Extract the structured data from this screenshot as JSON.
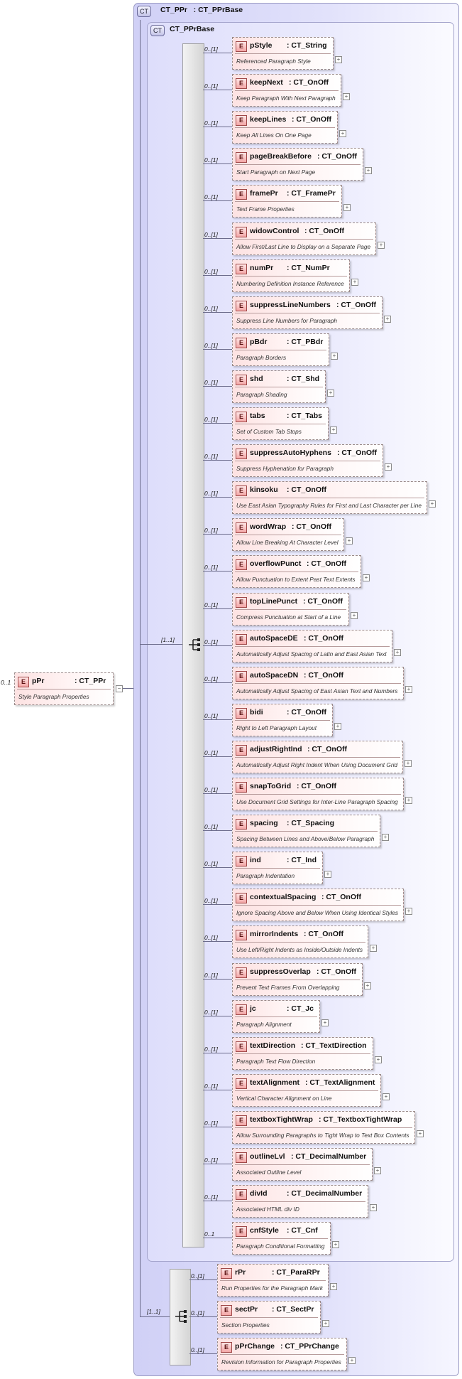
{
  "root": {
    "name": "pPr",
    "type": ": CT_PPr",
    "desc": "Style Paragraph Properties",
    "card": "0..1"
  },
  "outer": {
    "badge": "CT",
    "title": "CT_PPr   : CT_PPrBase"
  },
  "inner": {
    "badge": "CT",
    "title": "CT_PPrBase"
  },
  "seq_card_inner": "[1..1]",
  "seq_card_outer": "[1..1]",
  "element_badge": "E",
  "elements": [
    {
      "name": "pStyle",
      "type": ": CT_String",
      "desc": "Referenced Paragraph Style",
      "card": "0..[1]"
    },
    {
      "name": "keepNext",
      "type": ": CT_OnOff",
      "desc": "Keep Paragraph With Next Paragraph",
      "card": "0..[1]"
    },
    {
      "name": "keepLines",
      "type": ": CT_OnOff",
      "desc": "Keep All Lines On One Page",
      "card": "0..[1]"
    },
    {
      "name": "pageBreakBefore",
      "type": ": CT_OnOff",
      "desc": "Start Paragraph on Next Page",
      "card": "0..[1]"
    },
    {
      "name": "framePr",
      "type": ": CT_FramePr",
      "desc": "Text Frame Properties",
      "card": "0..[1]"
    },
    {
      "name": "widowControl",
      "type": ": CT_OnOff",
      "desc": "Allow First/Last Line to Display on a Separate Page",
      "card": "0..[1]"
    },
    {
      "name": "numPr",
      "type": ": CT_NumPr",
      "desc": "Numbering Definition Instance Reference",
      "card": "0..[1]"
    },
    {
      "name": "suppressLineNumbers",
      "type": ": CT_OnOff",
      "desc": "Suppress Line Numbers for Paragraph",
      "card": "0..[1]"
    },
    {
      "name": "pBdr",
      "type": ": CT_PBdr",
      "desc": "Paragraph Borders",
      "card": "0..[1]"
    },
    {
      "name": "shd",
      "type": ": CT_Shd",
      "desc": "Paragraph Shading",
      "card": "0..[1]"
    },
    {
      "name": "tabs",
      "type": ": CT_Tabs",
      "desc": "Set of Custom Tab Stops",
      "card": "0..[1]"
    },
    {
      "name": "suppressAutoHyphens",
      "type": ": CT_OnOff",
      "desc": "Suppress Hyphenation for Paragraph",
      "card": "0..[1]"
    },
    {
      "name": "kinsoku",
      "type": ": CT_OnOff",
      "desc": "Use East Asian Typography Rules for First and Last Character per Line",
      "card": "0..[1]"
    },
    {
      "name": "wordWrap",
      "type": ": CT_OnOff",
      "desc": "Allow Line Breaking At Character Level",
      "card": "0..[1]"
    },
    {
      "name": "overflowPunct",
      "type": ": CT_OnOff",
      "desc": "Allow Punctuation to Extent Past Text Extents",
      "card": "0..[1]"
    },
    {
      "name": "topLinePunct",
      "type": ": CT_OnOff",
      "desc": "Compress Punctuation at Start of a Line",
      "card": "0..[1]"
    },
    {
      "name": "autoSpaceDE",
      "type": ": CT_OnOff",
      "desc": "Automatically Adjust Spacing of Latin and East Asian Text",
      "card": "0..[1]"
    },
    {
      "name": "autoSpaceDN",
      "type": ": CT_OnOff",
      "desc": "Automatically Adjust Spacing of East Asian Text and Numbers",
      "card": "0..[1]"
    },
    {
      "name": "bidi",
      "type": ": CT_OnOff",
      "desc": "Right to Left Paragraph Layout",
      "card": "0..[1]"
    },
    {
      "name": "adjustRightInd",
      "type": ": CT_OnOff",
      "desc": "Automatically Adjust Right Indent When Using Document Grid",
      "card": "0..[1]"
    },
    {
      "name": "snapToGrid",
      "type": ": CT_OnOff",
      "desc": "Use Document Grid Settings for Inter-Line Paragraph Spacing",
      "card": "0..[1]"
    },
    {
      "name": "spacing",
      "type": ": CT_Spacing",
      "desc": "Spacing Between Lines and Above/Below Paragraph",
      "card": "0..[1]"
    },
    {
      "name": "ind",
      "type": ": CT_Ind",
      "desc": "Paragraph Indentation",
      "card": "0..[1]"
    },
    {
      "name": "contextualSpacing",
      "type": ": CT_OnOff",
      "desc": "Ignore Spacing Above and Below When Using Identical Styles",
      "card": "0..[1]"
    },
    {
      "name": "mirrorIndents",
      "type": ": CT_OnOff",
      "desc": "Use Left/Right Indents as Inside/Outside Indents",
      "card": "0..[1]"
    },
    {
      "name": "suppressOverlap",
      "type": ": CT_OnOff",
      "desc": "Prevent Text Frames From Overlapping",
      "card": "0..[1]"
    },
    {
      "name": "jc",
      "type": ": CT_Jc",
      "desc": "Paragraph Alignment",
      "card": "0..[1]"
    },
    {
      "name": "textDirection",
      "type": ": CT_TextDirection",
      "desc": "Paragraph Text Flow Direction",
      "card": "0..[1]"
    },
    {
      "name": "textAlignment",
      "type": ": CT_TextAlignment",
      "desc": "Vertical Character Alignment on Line",
      "card": "0..[1]"
    },
    {
      "name": "textboxTightWrap",
      "type": ": CT_TextboxTightWrap",
      "desc": "Allow Surrounding Paragraphs to Tight Wrap to Text Box Contents",
      "card": "0..[1]"
    },
    {
      "name": "outlineLvl",
      "type": ": CT_DecimalNumber",
      "desc": "Associated Outline Level",
      "card": "0..[1]"
    },
    {
      "name": "divId",
      "type": ": CT_DecimalNumber",
      "desc": "Associated HTML div ID",
      "card": "0..[1]"
    },
    {
      "name": "cnfStyle",
      "type": ": CT_Cnf",
      "desc": "Paragraph Conditional Formatting",
      "card": "0..1"
    }
  ],
  "outer_elements": [
    {
      "name": "rPr",
      "type": ": CT_ParaRPr",
      "desc": "Run Properties for the Paragraph Mark",
      "card": "0..[1]"
    },
    {
      "name": "sectPr",
      "type": ": CT_SectPr",
      "desc": "Section Properties",
      "card": "0..[1]"
    },
    {
      "name": "pPrChange",
      "type": ": CT_PPrChange",
      "desc": "Revision Information for Paragraph Properties",
      "card": "0..[1]"
    }
  ]
}
